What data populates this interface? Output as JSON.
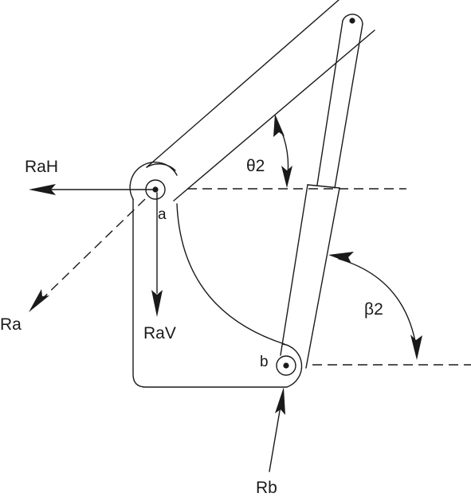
{
  "labels": {
    "force_ra_horizontal": "RaH",
    "force_ra_vertical": "RaV",
    "force_ra": "Ra",
    "force_rb": "Rb",
    "pivot_a": "a",
    "pivot_b": "b",
    "angle_theta": "θ2",
    "angle_beta": "β2"
  }
}
